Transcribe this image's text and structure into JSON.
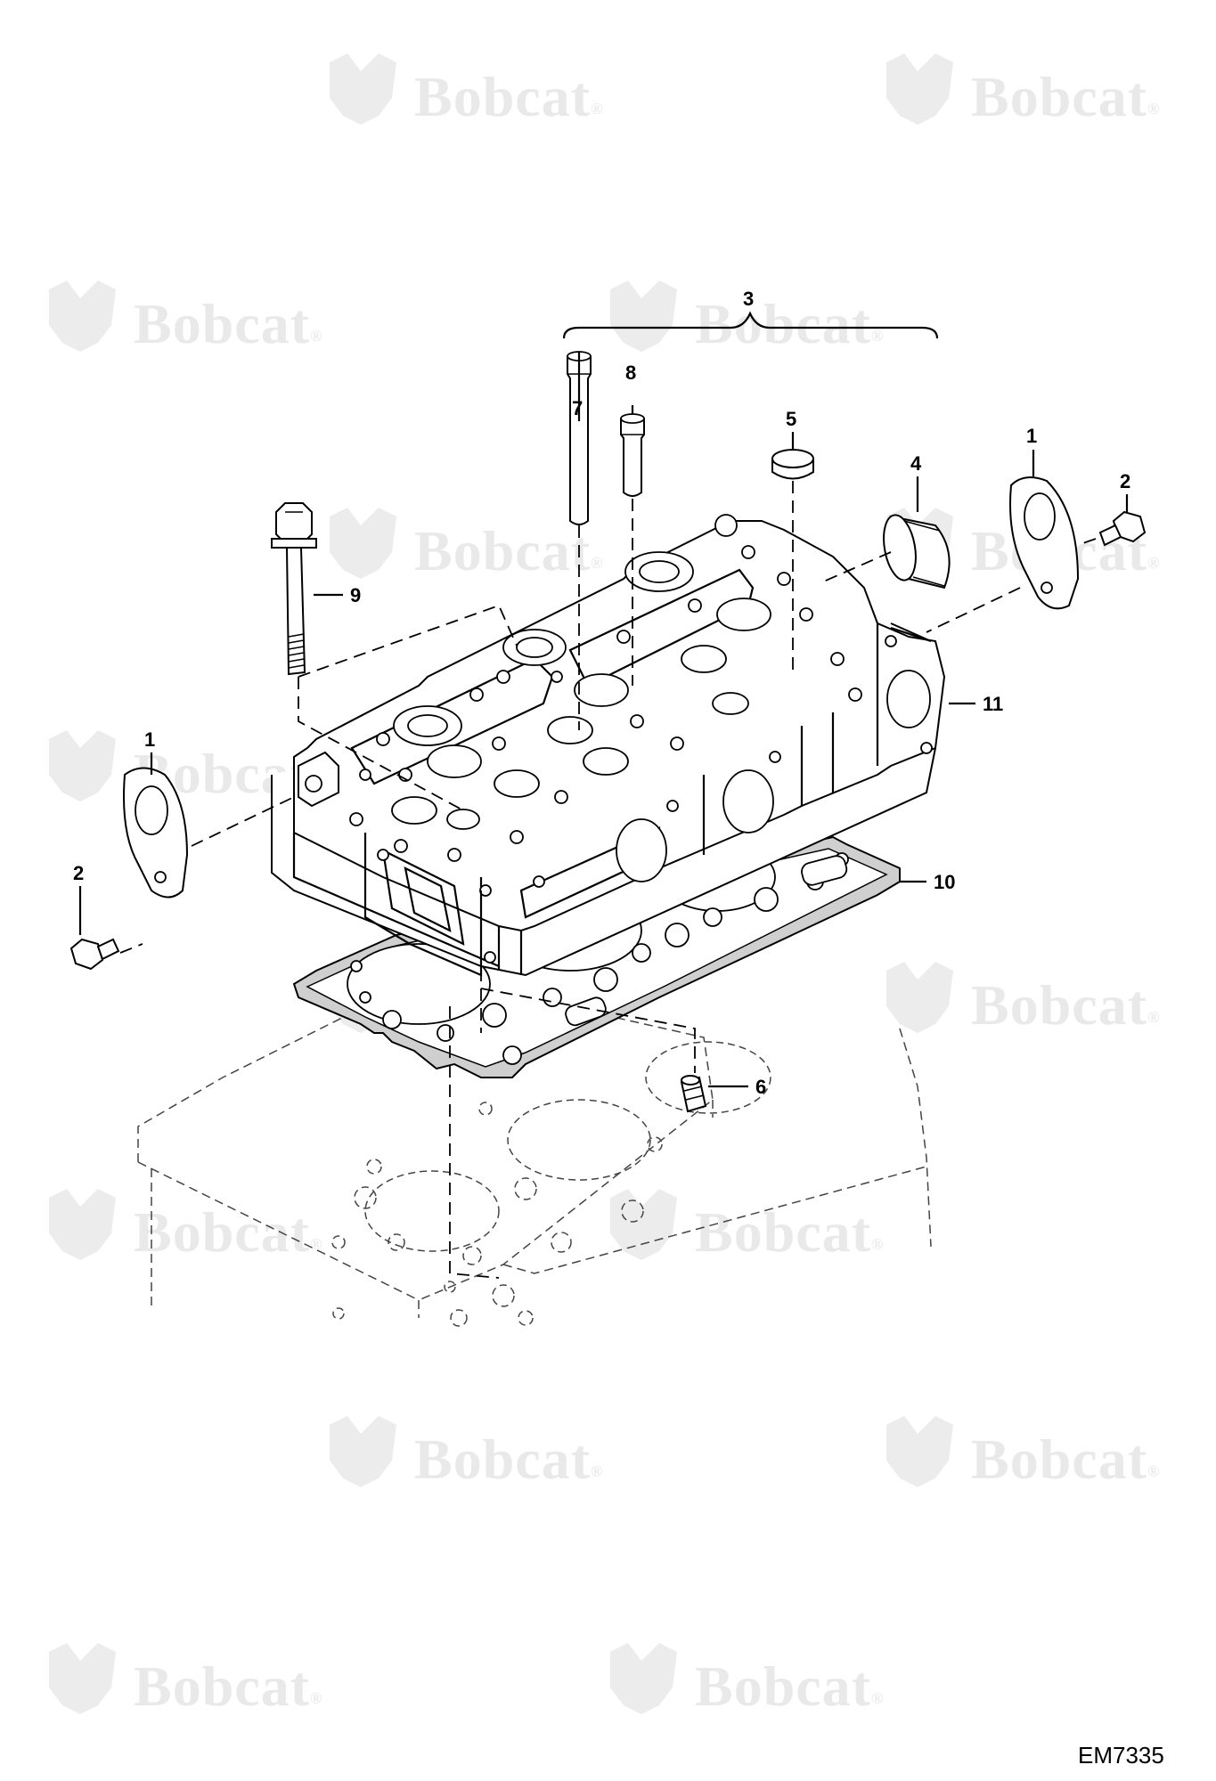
{
  "diagram": {
    "watermark_text": "Bobcat",
    "watermark_mark": "®",
    "document_id": "EM7335",
    "callouts": {
      "c1_left": "1",
      "c1_right": "1",
      "c2_left": "2",
      "c2_right": "2",
      "c3": "3",
      "c4": "4",
      "c5": "5",
      "c6": "6",
      "c7": "7",
      "c8": "8",
      "c9": "9",
      "c10": "10",
      "c11": "11"
    }
  }
}
